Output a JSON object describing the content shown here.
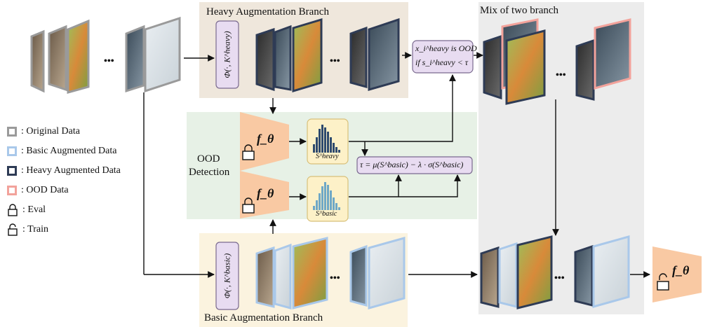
{
  "branches": {
    "heavy_title": "Heavy Augmentation Branch",
    "basic_title": "Basic Augmentation Branch",
    "mix_title": "Mix of two branch"
  },
  "ood": {
    "section_line1": "OOD",
    "section_line2": "Detection",
    "condition_line1": "x_i^heavy is OOD",
    "condition_line2": "if s_i^heavy < τ",
    "threshold": "τ = μ(S^basic) − λ · σ(S^basic)",
    "hist_heavy_label": "S^heavy",
    "hist_basic_label": "S^basic"
  },
  "model_label": "f_θ",
  "aug_ops": {
    "heavy": "Φ(·, K^heavy)",
    "basic": "Φ(·, K^basic)"
  },
  "ellipsis": "•••",
  "legend": [
    {
      "label": ": Original Data",
      "color": "#9a9a9a"
    },
    {
      "label": ": Basic Augmented Data",
      "color": "#a9c8ea"
    },
    {
      "label": ": Heavy Augmented Data",
      "color": "#2e3b55"
    },
    {
      "label": ": OOD Data",
      "color": "#f2a29b"
    },
    {
      "label": ": Eval",
      "icon": "lock-closed-icon"
    },
    {
      "label": ": Train",
      "icon": "lock-open-icon"
    }
  ],
  "colors": {
    "original": "#9a9a9a",
    "basic": "#a9c8ea",
    "heavy": "#2e3b55",
    "ood": "#f2a29b",
    "heavy_bg": "#efe7dc",
    "basic_bg": "#fbf3df",
    "ood_bg": "#e7f1e6",
    "mix_bg": "#ececec",
    "model": "#f9c9a3",
    "aug_op": "#e8dcf1"
  }
}
